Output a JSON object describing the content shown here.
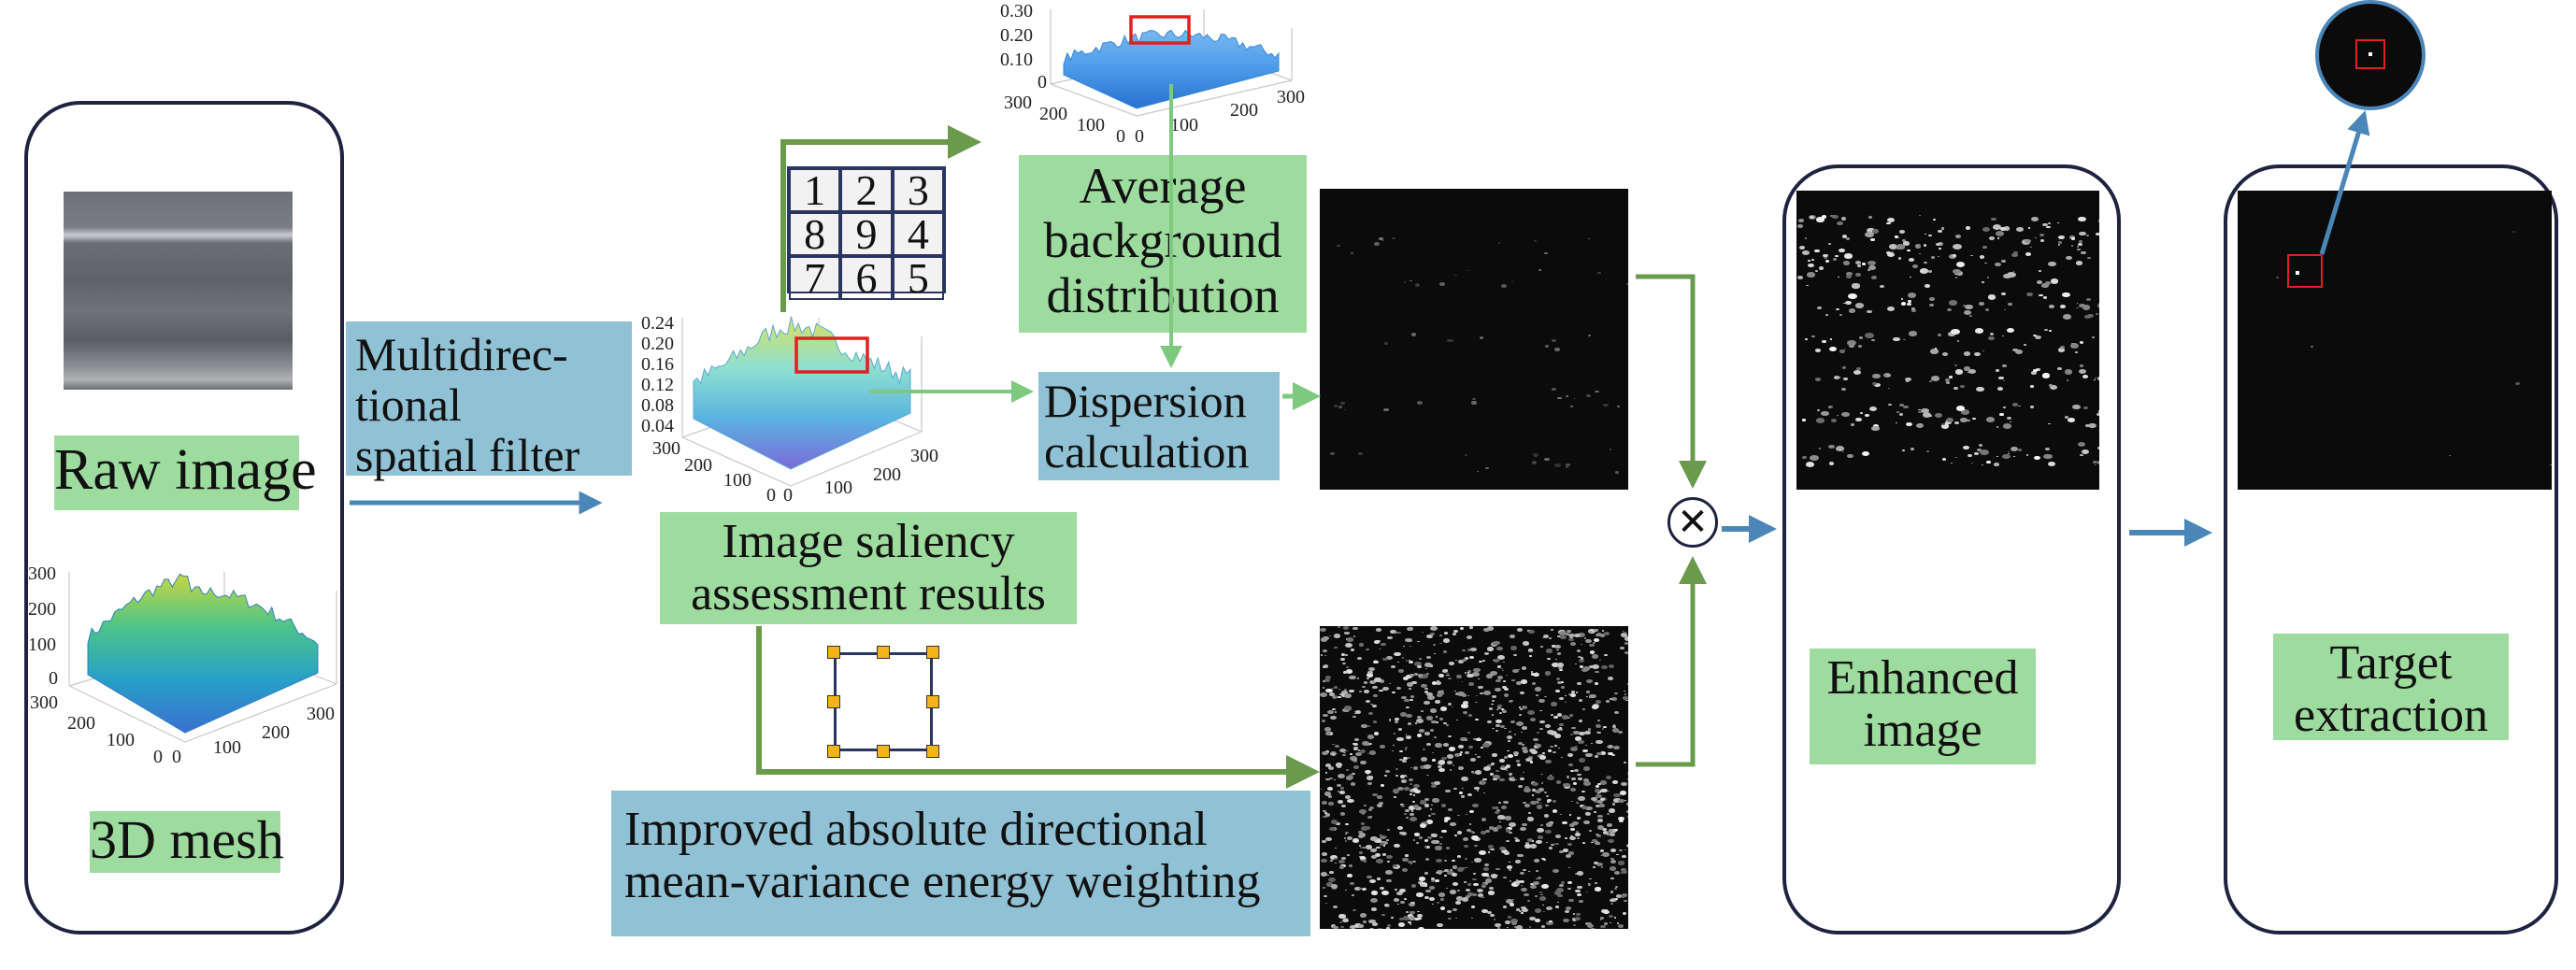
{
  "left_panel": {
    "raw_image_label": "Raw image",
    "mesh_label": "3D mesh",
    "mesh_plot": {
      "z_ticks": [
        "300",
        "200",
        "100",
        "0"
      ],
      "x_ticks": [
        "300",
        "200",
        "100",
        "0"
      ],
      "y_ticks": [
        "0",
        "100",
        "200",
        "300"
      ]
    }
  },
  "filter": {
    "label": "Multidirec-\ntional\nspatial filter"
  },
  "saliency": {
    "label": "Image saliency\nassessment results",
    "plot": {
      "z_ticks": [
        "0.24",
        "0.20",
        "0.16",
        "0.12",
        "0.08",
        "0.04"
      ],
      "x_ticks": [
        "300",
        "200",
        "100",
        "0"
      ],
      "y_ticks": [
        "0",
        "100",
        "200",
        "300"
      ]
    }
  },
  "average": {
    "label": "Average\nbackground\ndistribution",
    "plot": {
      "z_ticks": [
        "0.30",
        "0.20",
        "0.10",
        "0"
      ],
      "x_ticks": [
        "300",
        "200",
        "100",
        "0"
      ],
      "y_ticks": [
        "0",
        "100",
        "200",
        "300"
      ]
    }
  },
  "direction_grid": [
    "1",
    "2",
    "3",
    "8",
    "9",
    "4",
    "7",
    "6",
    "5"
  ],
  "dispersion": {
    "label": "Dispersion\ncalculation"
  },
  "energy": {
    "label": "Improved absolute directional\nmean-variance energy weighting"
  },
  "enhanced": {
    "label": "Enhanced\nimage"
  },
  "target": {
    "label": "Target\nextraction"
  },
  "colors": {
    "green_label": "#9edb9e",
    "blue_label": "#91c1d4",
    "green_arrow": "#6a9a4c",
    "light_green_arrow": "#7dc97d",
    "blue_arrow": "#4a86b8",
    "red_box": "#e02020"
  }
}
